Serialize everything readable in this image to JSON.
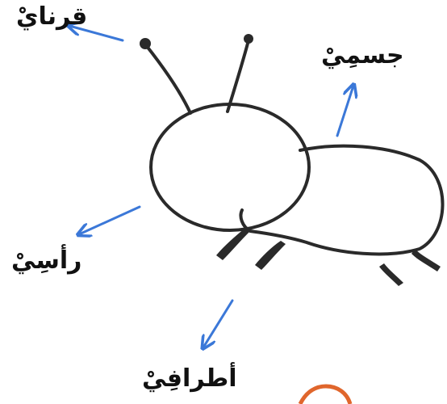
{
  "diagram": {
    "labels": {
      "antennae": "قرنايْ",
      "body": "جسمِيْ",
      "head": "رأسِيْ",
      "legs": "أطرافِيْ"
    },
    "colors": {
      "stroke": "#2a2a2a",
      "arrow": "#3b78d8",
      "accent": "#e0662c"
    }
  }
}
